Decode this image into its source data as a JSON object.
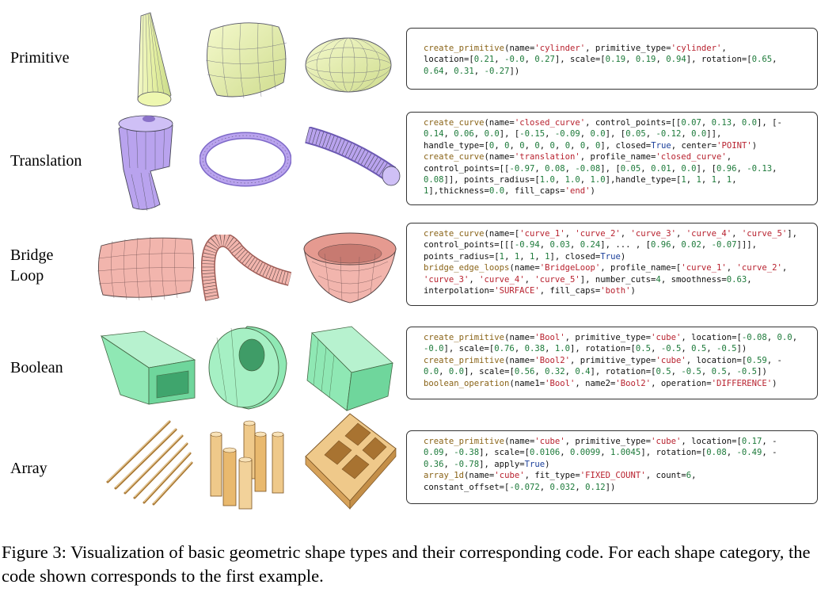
{
  "rows": [
    {
      "label_lines": [
        "Primitive"
      ],
      "code_lines": [
        "create_primitive(name='cylinder', primitive_type='cylinder',",
        "location=[0.21, -0.0, 0.27], scale=[0.19, 0.19, 0.94], rotation=[0.65,",
        "0.64, 0.31, -0.27])"
      ]
    },
    {
      "label_lines": [
        "Translation"
      ],
      "code_lines": [
        "create_curve(name='closed_curve', control_points=[[0.07, 0.13, 0.0], [-",
        "0.14, 0.06, 0.0], [-0.15, -0.09, 0.0], [0.05, -0.12, 0.0]],",
        "handle_type=[0, 0, 0, 0, 0, 0, 0, 0], closed=True, center='POINT')",
        "create_curve(name='translation', profile_name='closed_curve',",
        "control_points=[[-0.97, 0.08, -0.08], [0.05, 0.01, 0.0], [0.96, -0.13,",
        "0.08]], points_radius=[1.0, 1.0, 1.0],handle_type=[1, 1, 1, 1,",
        "1],thickness=0.0, fill_caps='end')"
      ]
    },
    {
      "label_lines": [
        "Bridge",
        "Loop"
      ],
      "code_lines": [
        "create_curve(name=['curve_1', 'curve_2', 'curve_3', 'curve_4', 'curve_5'],",
        "control_points=[[[-0.94, 0.03, 0.24], ... , [0.96, 0.02, -0.07]]],",
        "points_radius=[1, 1, 1, 1], closed=True)",
        "bridge_edge_loops(name='BridgeLoop', profile_name=['curve_1', 'curve_2',",
        "'curve_3', 'curve_4', 'curve_5'], number_cuts=4, smoothness=0.63,",
        "interpolation='SURFACE', fill_caps='both')"
      ]
    },
    {
      "label_lines": [
        "Boolean"
      ],
      "code_lines": [
        "create_primitive(name='Bool', primitive_type='cube', location=[-0.08, 0.0,",
        "-0.0], scale=[0.76, 0.38, 1.0], rotation=[0.5, -0.5, 0.5, -0.5])",
        "create_primitive(name='Bool2', primitive_type='cube', location=[0.59, -",
        "0.0, 0.0], scale=[0.56, 0.32, 0.4], rotation=[0.5, -0.5, 0.5, -0.5])",
        "boolean_operation(name1='Bool', name2='Bool2', operation='DIFFERENCE')"
      ]
    },
    {
      "label_lines": [
        "Array"
      ],
      "code_lines": [
        "create_primitive(name='cube', primitive_type='cube', location=[0.17, -",
        "0.09, -0.38], scale=[0.0106, 0.0099, 1.0045], rotation=[0.08, -0.49, -",
        "0.36, -0.78], apply=True)",
        "array_1d(name='cube', fit_type='FIXED_COUNT', count=6,",
        "constant_offset=[-0.072, 0.032, 0.12])"
      ]
    }
  ],
  "caption": "Figure 3: Visualization of basic geometric shape types and their corresponding code. For each shape category, the code shown corresponds to the first example.",
  "colors": {
    "primitive": "#e6f2a8",
    "translation": "#b9a3ee",
    "bridge_loop": "#f2b5ad",
    "boolean": "#8fe8b4",
    "array": "#efc98a"
  }
}
